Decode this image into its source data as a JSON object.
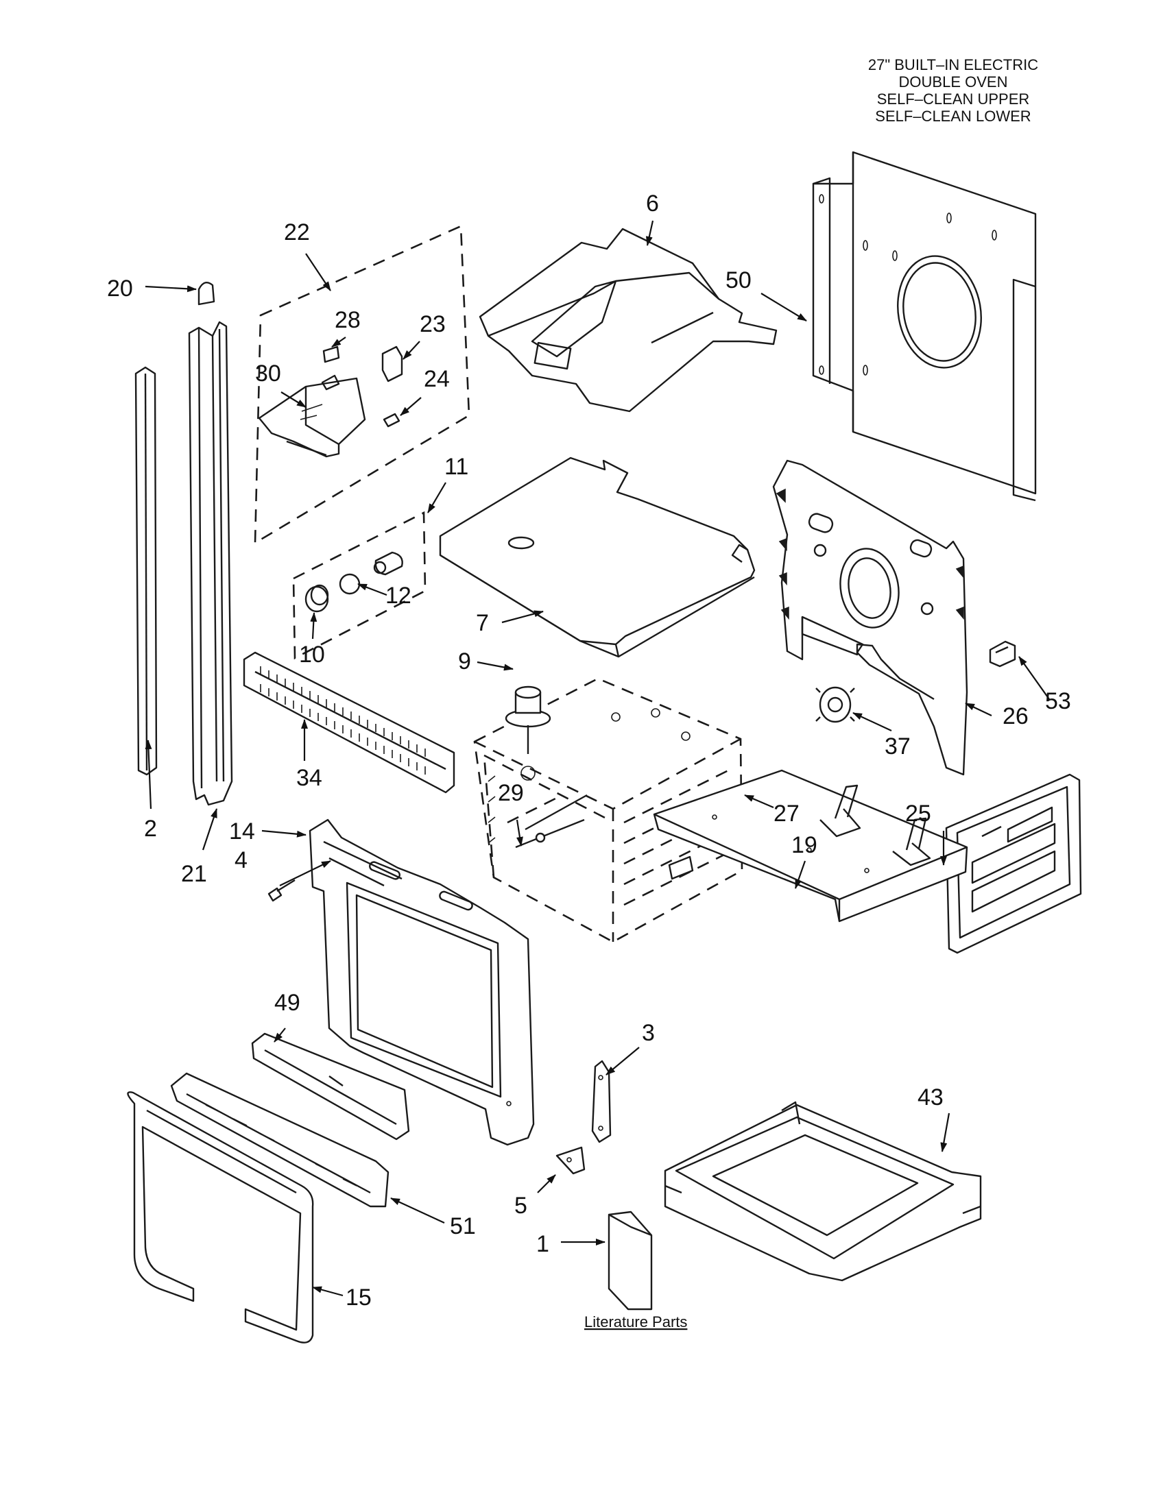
{
  "header": {
    "lines": [
      "27\" BUILT–IN ELECTRIC",
      "DOUBLE OVEN",
      "SELF–CLEAN UPPER",
      "SELF–CLEAN LOWER"
    ]
  },
  "callouts": {
    "c1": "1",
    "c2": "2",
    "c3": "3",
    "c4": "4",
    "c5": "5",
    "c6": "6",
    "c7": "7",
    "c9": "9",
    "c10": "10",
    "c11": "11",
    "c12": "12",
    "c14": "14",
    "c15": "15",
    "c19": "19",
    "c20": "20",
    "c21": "21",
    "c22": "22",
    "c23": "23",
    "c24": "24",
    "c25": "25",
    "c26": "26",
    "c27": "27",
    "c28": "28",
    "c29": "29",
    "c30": "30",
    "c34": "34",
    "c37": "37",
    "c43": "43",
    "c49": "49",
    "c50": "50",
    "c51": "51",
    "c53": "53"
  },
  "literature_label": "Literature Parts"
}
